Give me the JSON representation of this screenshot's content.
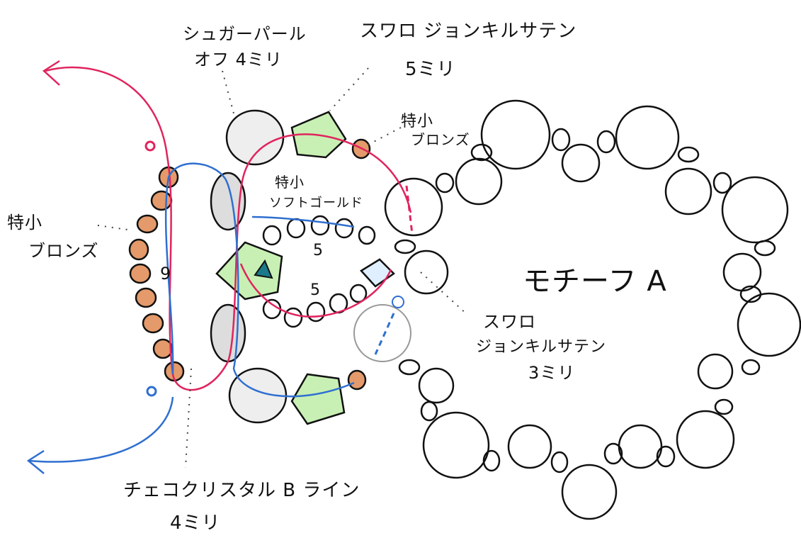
{
  "labels": {
    "sugar_pearl_line1": "シュガーパール",
    "sugar_pearl_line2": "オフ 4ミリ",
    "swarovski_5_line1": "スワロ ジョンキルサテン",
    "swarovski_5_line2": "5ミリ",
    "bead_small_bronze_right_line1": "特小",
    "bead_small_bronze_right_line2": "ブロンズ",
    "bead_small_softgold_line1": "特小",
    "bead_small_softgold_line2": "ソフトゴールド",
    "bead_small_bronze_left_line1": "特小",
    "bead_small_bronze_left_line2": "ブロンズ",
    "count_9": "9",
    "count_5_top": "5",
    "count_5_bottom": "5",
    "motif_a": "モチーフ A",
    "swarovski_3_line1": "スワロ",
    "swarovski_3_line2": "ジョンキルサテン",
    "swarovski_3_line3": "3ミリ",
    "czech_line1": "チェコクリスタル B ライン",
    "czech_line2": "4ミリ"
  },
  "colors": {
    "thread_red": "#e0245e",
    "thread_blue": "#2f6fd0",
    "bead_bronze": "#e49a6a",
    "crystal_green": "#c8f0b4",
    "ink": "#111111",
    "accent_teal": "#1a7a8a"
  }
}
